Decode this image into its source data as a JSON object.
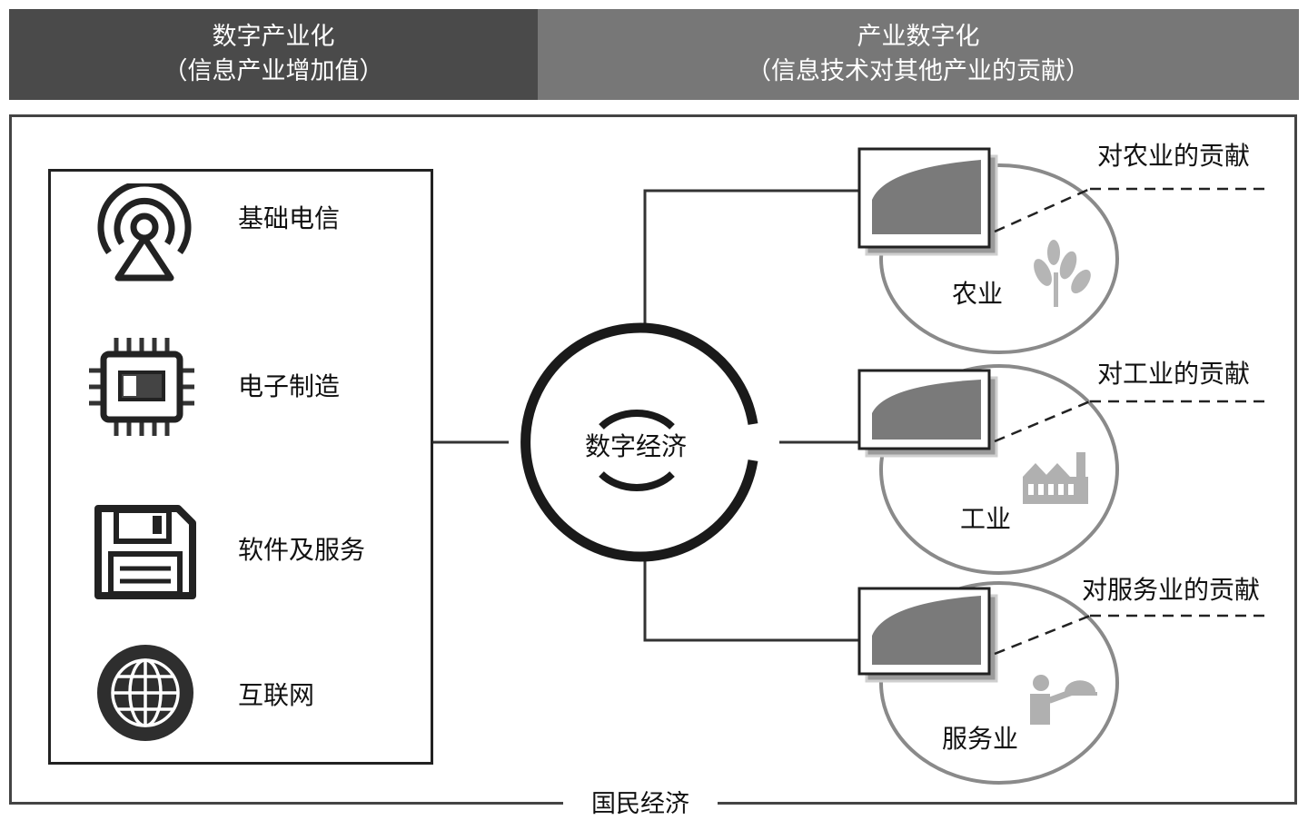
{
  "header": {
    "left_title": "数字产业化",
    "left_subtitle": "（信息产业增加值）",
    "right_title": "产业数字化",
    "right_subtitle": "（信息技术对其他产业的贡献）"
  },
  "frame_label": "国民经济",
  "center_label": "数字经济",
  "industries": [
    {
      "label": "基础电信",
      "icon": "antenna-icon"
    },
    {
      "label": "电子制造",
      "icon": "chip-icon"
    },
    {
      "label": "软件及服务",
      "icon": "floppy-disk-icon"
    },
    {
      "label": "互联网",
      "icon": "globe-icon"
    }
  ],
  "sectors": [
    {
      "name": "农业",
      "contribution": "对农业的贡献",
      "icon": "wheat-icon"
    },
    {
      "name": "工业",
      "contribution": "对工业的贡献",
      "icon": "factory-icon"
    },
    {
      "name": "服务业",
      "contribution": "对服务业的贡献",
      "icon": "waiter-icon"
    }
  ],
  "colors": {
    "header_left": "#4a4a4a",
    "header_right": "#777777",
    "ellipse_fill": "#ffffff",
    "quarter_fill": "#7a7a7a",
    "sector_icon": "#b0b0b0"
  }
}
